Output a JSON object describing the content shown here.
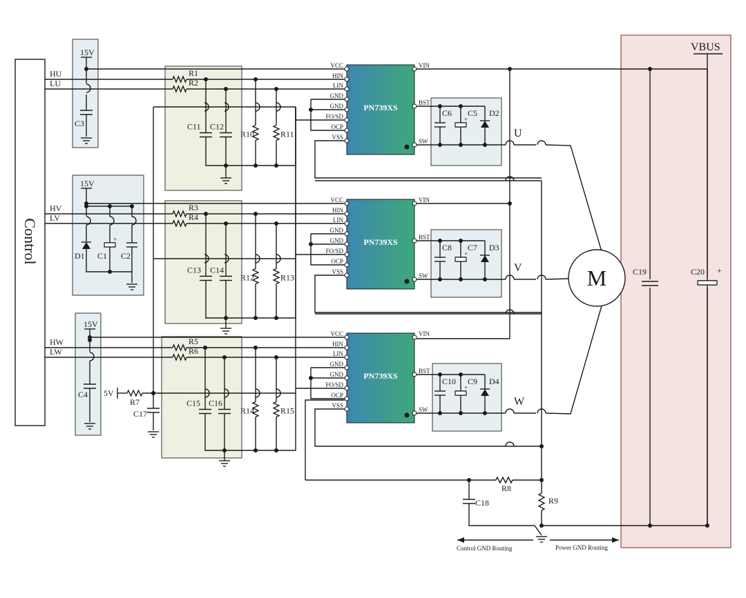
{
  "control_label": "Control",
  "vbus_label": "VBUS",
  "motor_label": "M",
  "chip_name": "PN739XS",
  "pins_left": [
    "VCC",
    "HIN",
    "LIN",
    "GND",
    "GND",
    "FO/SD",
    "OCP",
    "VSS"
  ],
  "pins_right": [
    "VIN",
    "BST",
    "SW"
  ],
  "inputs": [
    "HU",
    "LU",
    "HV",
    "LV",
    "HW",
    "LW"
  ],
  "phases": [
    "U",
    "V",
    "W"
  ],
  "supply_15v": "15V",
  "supply_5v": "5V",
  "resistors": [
    "R1",
    "R2",
    "R3",
    "R4",
    "R5",
    "R6",
    "R7",
    "R8",
    "R9",
    "R10",
    "R11",
    "R12",
    "R13",
    "R14",
    "R15"
  ],
  "capacitors": [
    "C1",
    "C2",
    "C3",
    "C4",
    "C5",
    "C6",
    "C7",
    "C8",
    "C9",
    "C10",
    "C11",
    "C12",
    "C13",
    "C14",
    "C15",
    "C16",
    "C17",
    "C18",
    "C19",
    "C20"
  ],
  "diodes": [
    "D1",
    "D2",
    "D3",
    "D4"
  ],
  "control_gnd_label": "Control GND Routing",
  "power_gnd_label": "Power GND Routing",
  "colors": {
    "input_box": "#e6eef1",
    "filter_box": "#eef1e2",
    "boot_box": "#e8eff3",
    "vbus_box": "#f5e3e1",
    "vbus_border": "#8e4a4a",
    "chip_start": "#3d87b0",
    "chip_end": "#3ea87a"
  }
}
